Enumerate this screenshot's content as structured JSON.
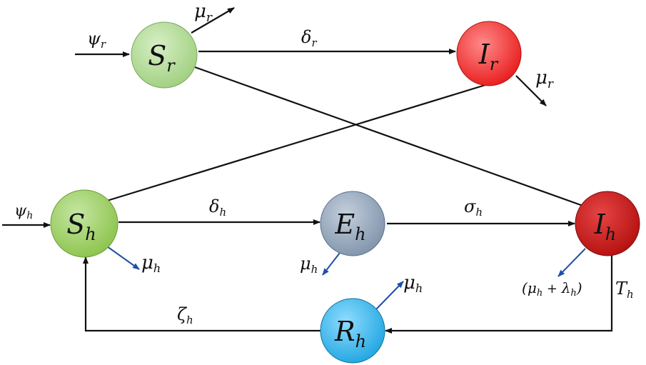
{
  "nodes": {
    "Sr": {
      "main": "S",
      "sub": "r",
      "color": "#9fcf7f"
    },
    "Ir": {
      "main": "I",
      "sub": "r",
      "color": "#e81a1a"
    },
    "Sh": {
      "main": "S",
      "sub": "h",
      "color": "#8bc34a"
    },
    "Eh": {
      "main": "E",
      "sub": "h",
      "color": "#7f93ab"
    },
    "Ih": {
      "main": "I",
      "sub": "h",
      "color": "#b30f0f"
    },
    "Rh": {
      "main": "R",
      "sub": "h",
      "color": "#1ea5e0"
    }
  },
  "labels": {
    "psi_r": {
      "main": "ψ",
      "sub": "r"
    },
    "mu_r_top": {
      "main": "μ",
      "sub": "r"
    },
    "delta_r": {
      "main": "δ",
      "sub": "r"
    },
    "mu_r_right": {
      "main": "μ",
      "sub": "r"
    },
    "psi_h": {
      "main": "ψ",
      "sub": "h"
    },
    "delta_h": {
      "main": "δ",
      "sub": "h"
    },
    "sigma_h": {
      "main": "σ",
      "sub": "h"
    },
    "mu_h_s": {
      "main": "μ",
      "sub": "h"
    },
    "mu_h_e": {
      "main": "μ",
      "sub": "h"
    },
    "mu_lambda_h": {
      "open": "(",
      "mu": "μ",
      "mu_sub": "h",
      "plus": " + ",
      "lambda": "λ",
      "lambda_sub": "h",
      "close": ")"
    },
    "tau_h": {
      "main": "T",
      "sub": "h"
    },
    "mu_h_r": {
      "main": "μ",
      "sub": "h"
    },
    "zeta_h": {
      "main": "ζ",
      "sub": "h"
    }
  },
  "colors": {
    "arrow": "#111111",
    "death_arrow": "#1f4fa8"
  }
}
